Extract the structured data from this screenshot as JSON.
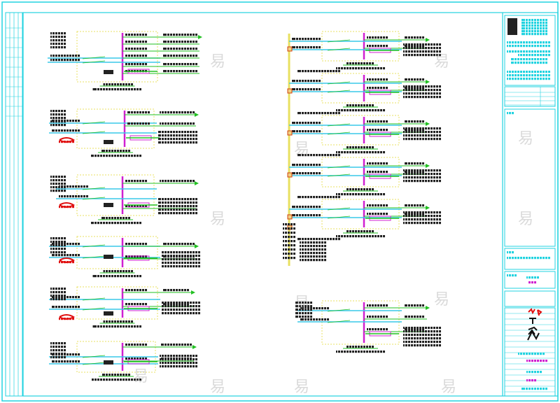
{
  "drawing": {
    "title": "Electrical distribution system diagram sheet",
    "colors": {
      "frame": "#22d3e0",
      "bus": "#d020d0",
      "feeder": "#39c8e8",
      "outgoing": "#22c022",
      "box": "#e8e060",
      "text": "#222222",
      "accent_red": "#e01010"
    },
    "left_circuit_count": 6,
    "right_circuit_count": 6
  },
  "watermark": {
    "glyph": "易"
  }
}
